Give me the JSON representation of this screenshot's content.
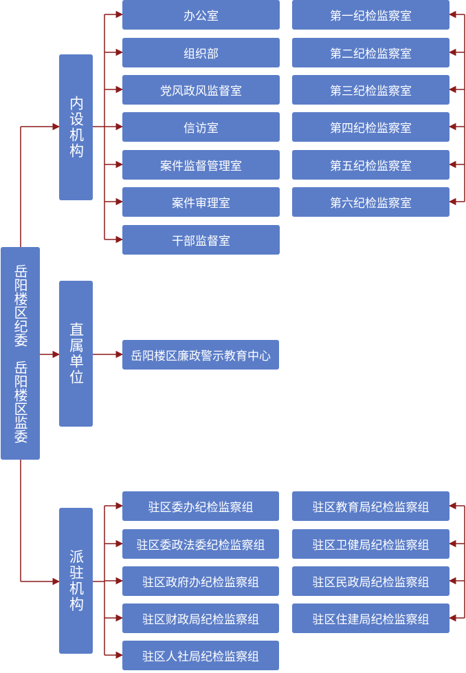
{
  "root": {
    "label": "岳阳楼区纪委　岳阳楼区监委"
  },
  "categories": [
    {
      "label": "内设机构"
    },
    {
      "label": "直属单位"
    },
    {
      "label": "派驻机构"
    }
  ],
  "neishe": {
    "left": [
      "办公室",
      "组织部",
      "党风政风监督室",
      "信访室",
      "案件监督管理室",
      "案件审理室",
      "干部监督室"
    ],
    "right": [
      "第一纪检监察室",
      "第二纪检监察室",
      "第三纪检监察室",
      "第四纪检监察室",
      "第五纪检监察室",
      "第六纪检监察室"
    ]
  },
  "zhishu": {
    "items": [
      "岳阳楼区廉政警示教育中心"
    ]
  },
  "paizhu": {
    "left": [
      "驻区委办纪检监察组",
      "驻区委政法委纪检监察组",
      "驻区政府办纪检监察组",
      "驻区财政局纪检监察组",
      "驻区人社局纪检监察组"
    ],
    "right": [
      "驻区教育局纪检监察组",
      "驻区卫健局纪检监察组",
      "驻区民政局纪检监察组",
      "驻区住建局纪检监察组"
    ]
  },
  "colors": {
    "box": "#5b7dc8",
    "line": "#8b1a1a"
  }
}
